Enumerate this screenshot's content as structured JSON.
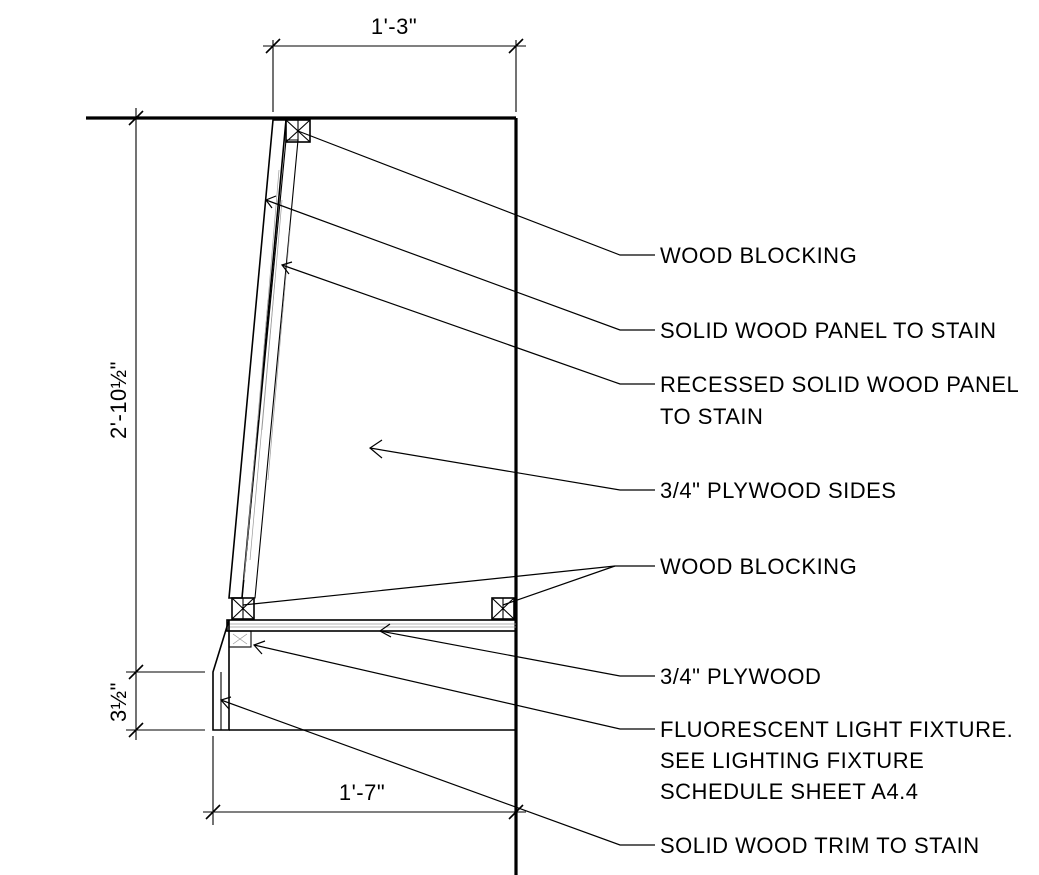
{
  "dimensions": {
    "top_width": "1'-3\"",
    "bottom_width": "1'-7\"",
    "overall_height": "2'-10½\"",
    "toe_height": "3½\""
  },
  "callouts": [
    {
      "id": "wood-blocking-top",
      "lines": [
        "WOOD BLOCKING"
      ]
    },
    {
      "id": "solid-wood-panel",
      "lines": [
        "SOLID WOOD PANEL TO STAIN"
      ]
    },
    {
      "id": "recessed-panel",
      "lines": [
        "RECESSED SOLID WOOD PANEL",
        "TO STAIN"
      ]
    },
    {
      "id": "plywood-sides",
      "lines": [
        "3/4\" PLYWOOD SIDES"
      ]
    },
    {
      "id": "wood-blocking-bottom",
      "lines": [
        "WOOD BLOCKING"
      ]
    },
    {
      "id": "plywood",
      "lines": [
        "3/4\" PLYWOOD"
      ]
    },
    {
      "id": "fluorescent",
      "lines": [
        "FLUORESCENT LIGHT FIXTURE.",
        "SEE LIGHTING FIXTURE",
        "SCHEDULE SHEET A4.4"
      ]
    },
    {
      "id": "trim",
      "lines": [
        "SOLID WOOD TRIM TO STAIN"
      ]
    }
  ]
}
